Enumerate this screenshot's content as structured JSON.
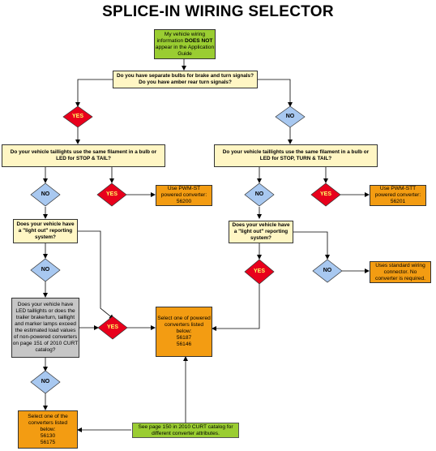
{
  "title": "SPLICE-IN WIRING SELECTOR",
  "start_box": {
    "line1": "My vehicle wiring",
    "line2_pre": "information ",
    "line2_bold": "DOES NOT",
    "line3": "appear in the Application",
    "line4": "Guide"
  },
  "q1": {
    "line1": "Do you have separate bulbs for brake and turn signals?",
    "line2": "Do you have amber rear turn signals?"
  },
  "q_left": {
    "line1": "Do your vehicle taillights use the same filament in a bulb or",
    "line2": "LED for STOP & TAIL?"
  },
  "q_right": {
    "line1": "Do your vehicle taillights use the same filament in a bulb or",
    "line2": "LED for STOP, TURN & TAIL?"
  },
  "q_left_lightout": {
    "line1": "Does your vehicle have",
    "line2": "a \"light out\" reporting",
    "line3": "system?"
  },
  "q_right_lightout": {
    "line1": "Does your vehicle have",
    "line2": "a \"light out\" reporting",
    "line3": "system?"
  },
  "q_led": {
    "line1": "Does your vehicle have",
    "line2": "LED taillights or does the",
    "line3": "trailer brake/turn, taillight",
    "line4": "and marker lamps exceed",
    "line5": "the estimated load values",
    "line6": "of non-powered converters",
    "line7": "on page 151 of 2010 CURT",
    "line8": "catalog?"
  },
  "result_pwm_st": {
    "line1": "Use PWM-ST",
    "line2": "powered converter:",
    "line3": "56200"
  },
  "result_pwm_stt": {
    "line1": "Use PWM-STT",
    "line2": "powered converter:",
    "line3": "56201"
  },
  "result_standard": {
    "line1": "Uses standard wiring",
    "line2": "connector.  No",
    "line3": "converter is required."
  },
  "result_powered": {
    "line1": "Select one of powered",
    "line2": "converters listed",
    "line3": "below:",
    "line4": "56187",
    "line5": "56146"
  },
  "result_nonpowered": {
    "line1": "Select one of the",
    "line2": "converters listed",
    "line3": "below:",
    "line4": "56130",
    "line5": "56175"
  },
  "note": {
    "line1": "See page 150 in 2010 CURT catalog for",
    "line2": "different converter attributes."
  },
  "labels": {
    "yes": "YES",
    "no": "NO"
  },
  "colors": {
    "yes_diamond": "#e8001c",
    "no_diamond": "#a8c8f0",
    "question_box": "#fff6c4",
    "start_box": "#9acd32",
    "result_box": "#f39c12",
    "gray_box": "#c6c6c6",
    "note_box": "#9acd32"
  }
}
